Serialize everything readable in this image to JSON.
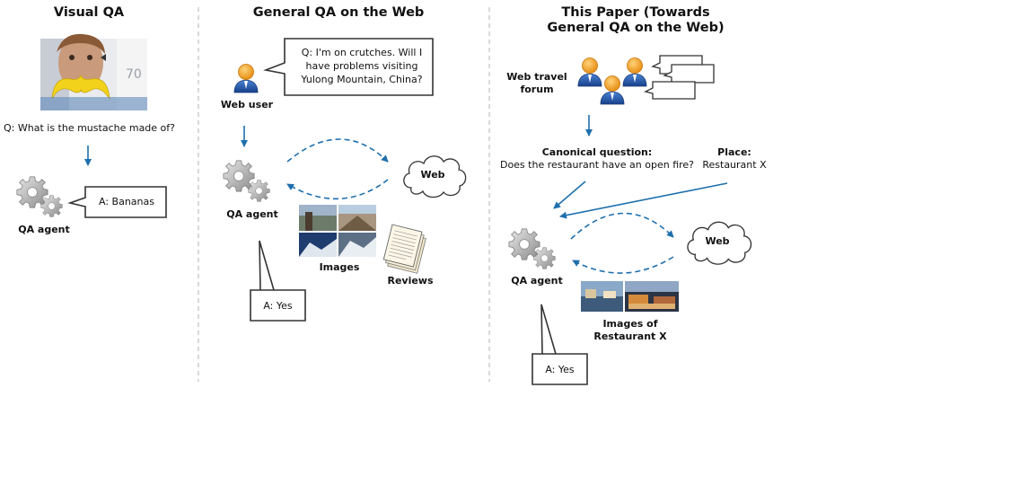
{
  "panels": [
    {
      "title": "Visual QA",
      "question": "Q: What is the mustache made of?",
      "answer": "A: Bananas",
      "agent_label": "QA agent",
      "photo_text": "70"
    },
    {
      "title": "General QA on the Web",
      "user_label": "Web user",
      "user_question_lines": [
        "Q: I'm on crutches. Will I",
        "have problems visiting",
        "Yulong Mountain, China?"
      ],
      "agent_label": "QA agent",
      "web_label": "Web",
      "images_label": "Images",
      "reviews_label": "Reviews",
      "answer": "A: Yes"
    },
    {
      "title_lines": [
        "This Paper (Towards",
        "General QA on the Web)"
      ],
      "forum_label_lines": [
        "Web travel",
        "forum"
      ],
      "canonical_title": "Canonical question:",
      "canonical_text": "Does the restaurant have an open fire?",
      "place_title": "Place:",
      "place_text": "Restaurant X",
      "agent_label": "QA agent",
      "web_label": "Web",
      "images_label_lines": [
        "Images of",
        "Restaurant X"
      ],
      "answer": "A: Yes"
    }
  ],
  "colors": {
    "arrow": "#1f6fad",
    "divider": "#b5b5b5",
    "gear": "#9a9a9a",
    "person_body": "#1f4f9e",
    "person_head": "#f29d1b",
    "banana": "#f2d21b",
    "bubble_border": "#333333"
  },
  "icons": [
    "gear-icon",
    "person-icon",
    "cloud-icon",
    "document-stack-icon",
    "photo-icon",
    "speech-bubble-icon"
  ]
}
